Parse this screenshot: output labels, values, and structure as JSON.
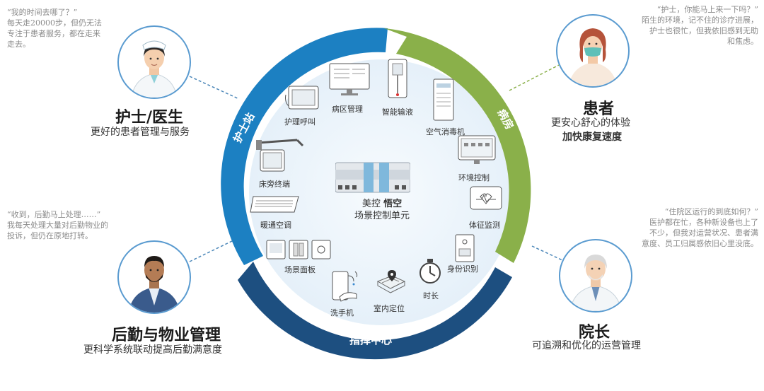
{
  "roles": {
    "nurse": {
      "quote_lines": [
        "“我的时间去哪了？”",
        "每天走20000步，但仍无法",
        "专注于患者服务，都在走来",
        "走去。"
      ],
      "title": "护士/医生",
      "desc": "更好的患者管理与服务"
    },
    "logistics": {
      "quote_lines": [
        "“收到，后勤马上处理……”",
        "我每天处理大量对后勤物业的",
        "投诉，但仍在原地打转。"
      ],
      "title": "后勤与物业管理",
      "desc": "更科学系统联动提高后勤满意度"
    },
    "patient": {
      "quote_lines": [
        "“护士，你能马上来一下吗？”",
        "陌生的环境，记不住的诊疗进展，",
        "护士也很忙，但我依旧感到无助",
        "和焦虑。"
      ],
      "title": "患者",
      "desc": "更安心舒心的体验",
      "desc2": "加快康复速度"
    },
    "director": {
      "quote_lines": [
        "“住院区运行的到底如何？”",
        "医护都在忙，各种新设备也上了",
        "不少，但我对运营状况、患者满",
        "意度、员工归属感依旧心里没底。"
      ],
      "title": "院长",
      "desc": "可追溯和优化的运营管理"
    }
  },
  "ring": {
    "nurse_station": "护士站",
    "ward": "病房",
    "command_center": "指挥中心"
  },
  "center": {
    "line1_a": "美控",
    "line1_b": "悟空",
    "line2": "场景控制单元"
  },
  "devices": [
    {
      "id": "nurse-call",
      "label": "护理呼叫",
      "icon": "nurse-call-panel-icon"
    },
    {
      "id": "ward-mgmt",
      "label": "病区管理",
      "icon": "ward-monitor-icon"
    },
    {
      "id": "infusion",
      "label": "智能输液",
      "icon": "infusion-pump-icon"
    },
    {
      "id": "air-disinfect",
      "label": "空气消毒机",
      "icon": "air-disinfector-icon"
    },
    {
      "id": "env-control",
      "label": "环境控制",
      "icon": "environment-screen-icon"
    },
    {
      "id": "vital-sign",
      "label": "体征监测",
      "icon": "vital-sign-monitor-icon"
    },
    {
      "id": "identity",
      "label": "身份识别",
      "icon": "id-reader-icon"
    },
    {
      "id": "duration",
      "label": "时长",
      "icon": "stopwatch-icon"
    },
    {
      "id": "indoor-pos",
      "label": "室内定位",
      "icon": "indoor-map-icon"
    },
    {
      "id": "hand-wash",
      "label": "洗手机",
      "icon": "hand-wash-icon"
    },
    {
      "id": "scene-panel",
      "label": "场景面板",
      "icon": "scene-switch-panel-icon"
    },
    {
      "id": "hvac",
      "label": "暖通空调",
      "icon": "air-conditioner-icon"
    },
    {
      "id": "bedside",
      "label": "床旁终端",
      "icon": "bedside-terminal-icon"
    }
  ],
  "colors": {
    "ring_blue": "#1c80c2",
    "ring_green": "#8ab04a",
    "ring_navy": "#1d4f80",
    "inner_fill": "#eef5fb",
    "avatar_border": "#5a9bd0"
  }
}
